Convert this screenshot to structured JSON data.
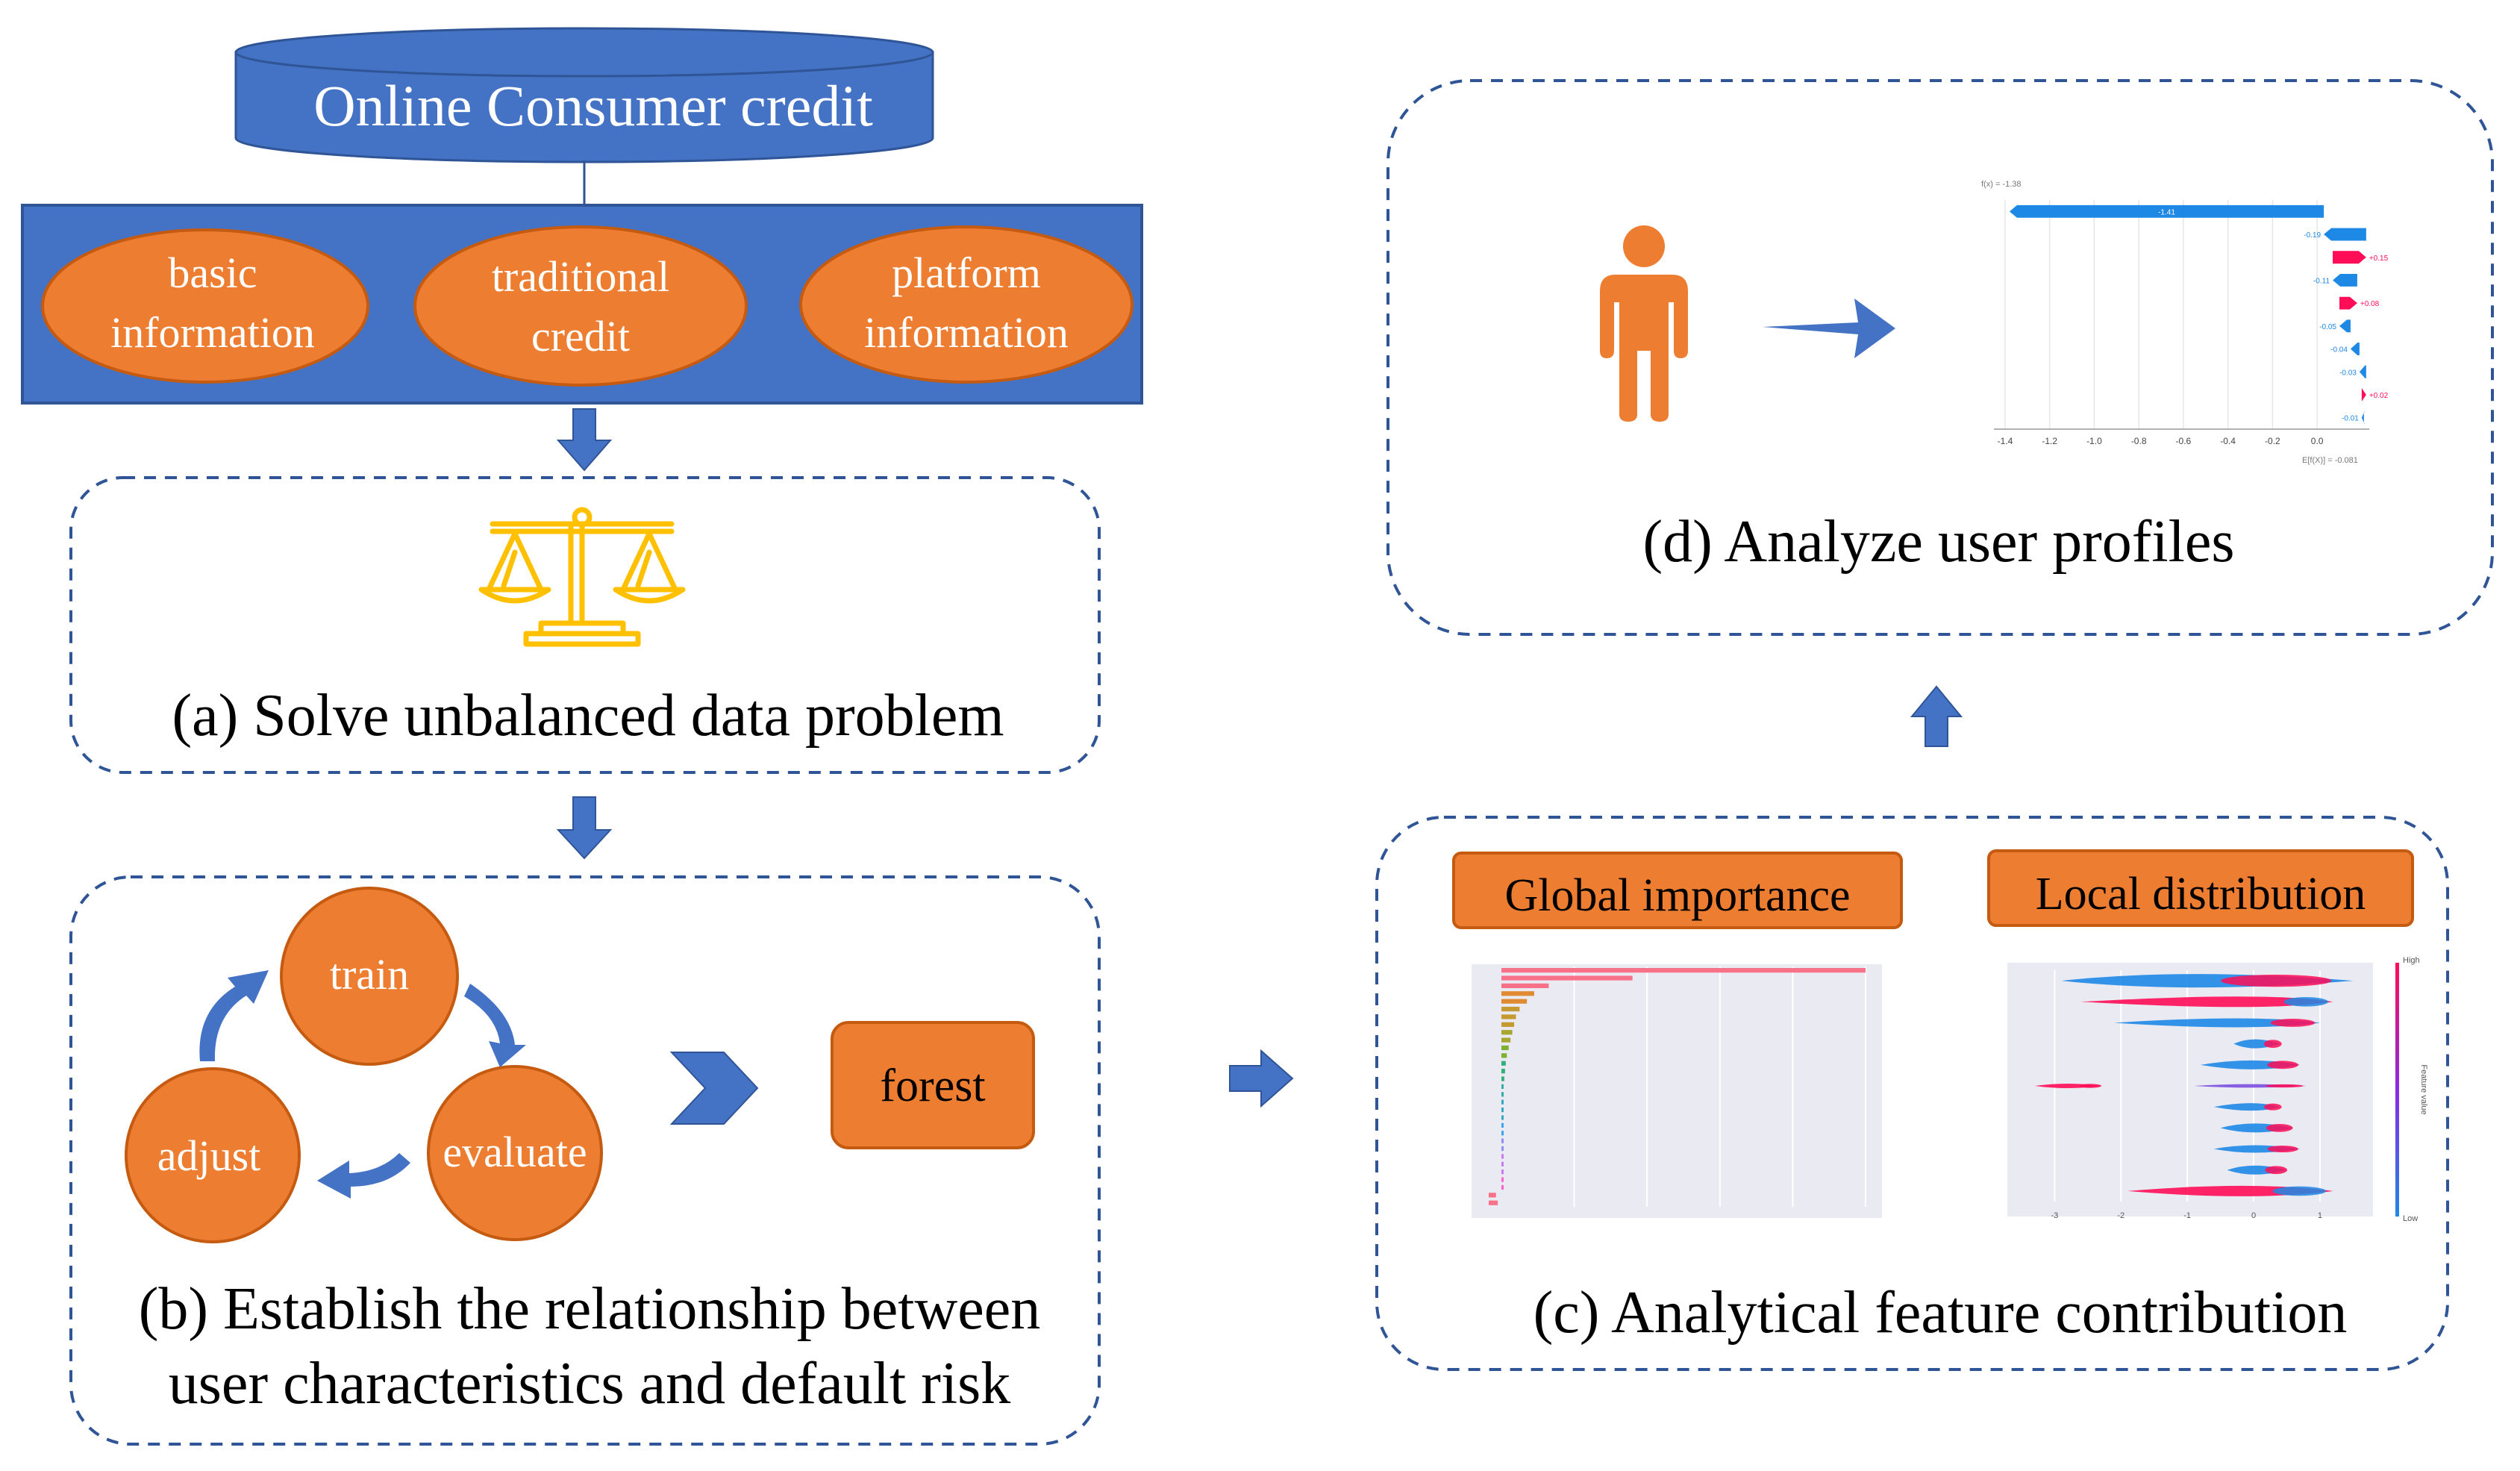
{
  "colors": {
    "blue": "#4472c4",
    "blue_dark": "#2f5597",
    "orange": "#ed7d31",
    "orange_dark": "#c55a11",
    "gold": "#ffc000",
    "dash": "#2f5597",
    "text": "#000000",
    "white": "#ffffff",
    "plot_bg": "#eaeaf2",
    "shap_blue": "#1e88e5",
    "shap_red": "#ff0d57"
  },
  "source": {
    "title": "Online Consumer credit",
    "items": [
      {
        "lines": [
          "basic",
          "information"
        ]
      },
      {
        "lines": [
          "traditional",
          "credit"
        ]
      },
      {
        "lines": [
          "platform",
          "information"
        ]
      }
    ]
  },
  "panel_a": {
    "icon": "balance-scale-icon",
    "caption": "(a) Solve unbalanced data problem"
  },
  "panel_b": {
    "cycle": {
      "train": "train",
      "evaluate": "evaluate",
      "adjust": "adjust"
    },
    "result": "forest",
    "caption_line1": "(b) Establish the relationship between",
    "caption_line2": "user characteristics and default risk"
  },
  "panel_c": {
    "global_label": "Global importance",
    "local_label": "Local distribution",
    "caption": "(c) Analytical feature contribution",
    "global_bars": [
      1.0,
      0.36,
      0.13,
      0.09,
      0.07,
      0.05,
      0.04,
      0.035,
      0.03,
      0.025,
      0.02,
      0.015,
      0.012,
      0.01,
      0.008,
      0.006,
      0.005,
      0.004,
      0.003,
      0.002,
      0.002,
      0.001,
      0.001,
      0.001,
      0.001,
      0.001,
      0.001,
      0.001,
      0.001,
      0.02,
      0.025
    ],
    "local_xticks": [
      "-3",
      "-2",
      "-1",
      "0",
      "1"
    ],
    "colorbar_high": "High",
    "colorbar_low": "Low",
    "colorbar_label": "Feature value"
  },
  "panel_d": {
    "person_icon": "person-icon",
    "caption": "(d) Analyze user profiles",
    "waterfall": {
      "fx_label": "f(x) = -1.38",
      "efx_label": "E[f(X)] = -0.081",
      "contributions": [
        -1.41,
        -0.19,
        0.15,
        -0.11,
        0.08,
        -0.05,
        -0.04,
        -0.03,
        0.02,
        -0.01
      ],
      "labels": [
        "-1.41",
        "-0.19",
        "+0.15",
        "-0.11",
        "+0.08",
        "-0.05",
        "-0.04",
        "-0.03",
        "+0.02",
        "-0.01"
      ],
      "xticks": [
        "-1.4",
        "-1.2",
        "-1.0",
        "-0.8",
        "-0.6",
        "-0.4",
        "-0.2",
        "0.0"
      ]
    }
  }
}
